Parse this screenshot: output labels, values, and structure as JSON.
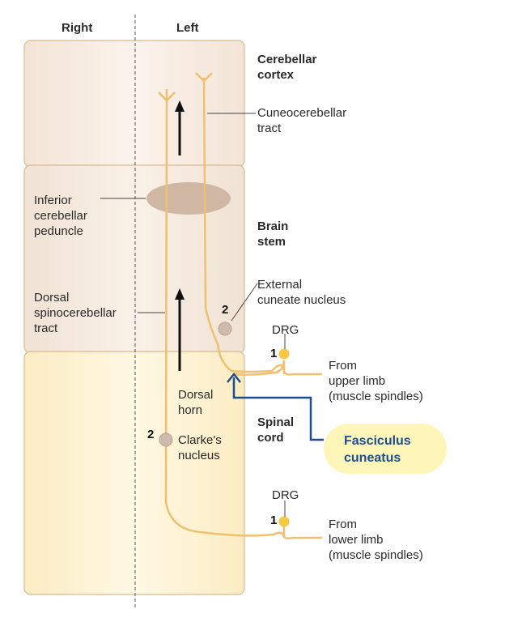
{
  "header": {
    "right": "Right",
    "left": "Left"
  },
  "regions": {
    "cerebellar_cortex": "Cerebellar\ncortex",
    "brain_stem": "Brain\nstem",
    "spinal_cord": "Spinal\ncord"
  },
  "labels": {
    "cuneocerebellar_tract": "Cuneocerebellar\ntract",
    "inferior_cerebellar_peduncle": "Inferior\ncerebellar\npeduncle",
    "external_cuneate_nucleus": "External\ncuneate nucleus",
    "dorsal_spinocerebellar_tract": "Dorsal\nspinocerebellar\ntract",
    "dorsal_horn": "Dorsal\nhorn",
    "clarkes_nucleus": "Clarke's\nnucleus",
    "drg_upper": "DRG",
    "drg_lower": "DRG",
    "from_upper_limb": "From\nupper limb\n(muscle spindles)",
    "from_lower_limb": "From\nlower limb\n(muscle spindles)",
    "neuron_number_2_external": "2",
    "neuron_number_1_upper": "1",
    "neuron_number_2_clarke": "2",
    "neuron_number_1_lower": "1"
  },
  "callout": {
    "text": "Fasciculus\ncuneatus"
  },
  "colors": {
    "cortex_band": "#f5e8dc",
    "brainstem_band": "#f5e8dc",
    "spinal_band": "#fdf0cc",
    "band_border": "#d9b98e",
    "tract_line": "#f0c070",
    "nucleus_fill": "#cdbbae",
    "peduncle_fill": "#cfb7a4",
    "drg_fill": "#f7c843",
    "pointer_line": "#1d4e93",
    "callout_fill": "#fdf6b8"
  }
}
